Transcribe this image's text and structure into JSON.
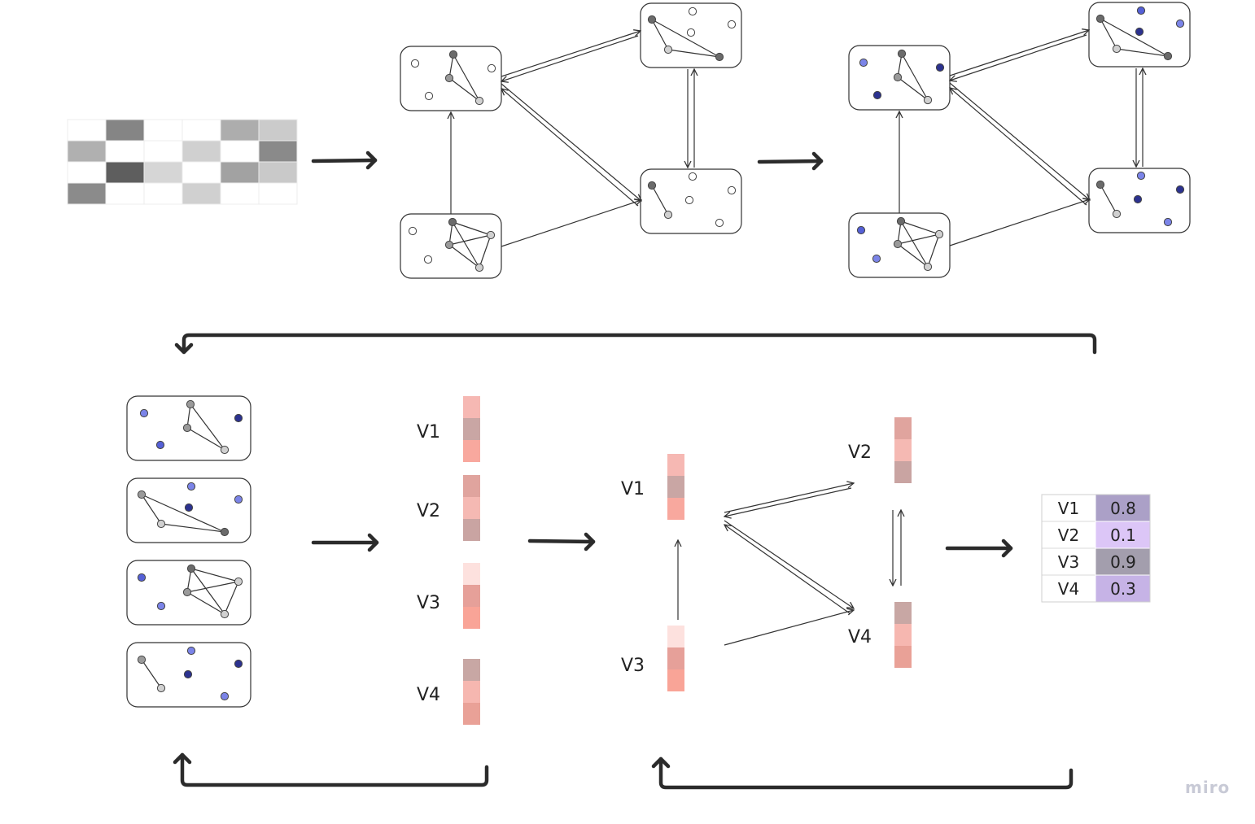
{
  "colors": {
    "node_white": "#ffffff",
    "node_light": "#d0d0d0",
    "node_mid": "#9a9a9a",
    "node_dark": "#6b6b6b",
    "blue_light": "#7b84e8",
    "blue_mid": "#5560d6",
    "blue_dark": "#2c328f",
    "edge": "#333333",
    "arrow": "#2b2b2b",
    "brand": "#c8cad6"
  },
  "input_matrix": {
    "rows": [
      [
        "#ffffff",
        "#858585",
        "#ffffff",
        "#ffffff",
        "#adadad",
        "#cbcbcb"
      ],
      [
        "#b0b0b0",
        "#ffffff",
        "#ffffff",
        "#d0d0d0",
        "#ffffff",
        "#8a8a8a"
      ],
      [
        "#ffffff",
        "#5e5e5e",
        "#d6d6d6",
        "#ffffff",
        "#a2a2a2",
        "#c9c9c9"
      ],
      [
        "#8b8b8b",
        "#ffffff",
        "#ffffff",
        "#d0d0d0",
        "#ffffff",
        "#ffffff"
      ]
    ]
  },
  "embeddings": [
    {
      "label": "V1",
      "cells": [
        "#f6b8b3",
        "#c9a6a4",
        "#f8a89e"
      ]
    },
    {
      "label": "V2",
      "cells": [
        "#e0a49e",
        "#f5b9b3",
        "#c9a4a2"
      ]
    },
    {
      "label": "V3",
      "cells": [
        "#fde1de",
        "#e6a099",
        "#f9a497"
      ]
    },
    {
      "label": "V4",
      "cells": [
        "#c8a7a4",
        "#f6b7b0",
        "#e9a197"
      ]
    }
  ],
  "graph_nodes": [
    {
      "label": "V1",
      "cells": [
        "#f6b8b3",
        "#c9a6a4",
        "#f8a89e"
      ]
    },
    {
      "label": "V2",
      "cells": [
        "#e0a49e",
        "#f5b9b3",
        "#c9a4a2"
      ]
    },
    {
      "label": "V3",
      "cells": [
        "#fde1de",
        "#e6a099",
        "#f9a497"
      ]
    },
    {
      "label": "V4",
      "cells": [
        "#c8a7a4",
        "#f6b7b0",
        "#e9a197"
      ]
    }
  ],
  "result_table": {
    "rows": [
      {
        "label": "V1",
        "value": "0.8",
        "color": "#aba0c7"
      },
      {
        "label": "V2",
        "value": "0.1",
        "color": "#dcc6f7"
      },
      {
        "label": "V3",
        "value": "0.9",
        "color": "#a39ead"
      },
      {
        "label": "V4",
        "value": "0.3",
        "color": "#c6b3e6"
      }
    ]
  },
  "brand": {
    "text": "miro"
  }
}
